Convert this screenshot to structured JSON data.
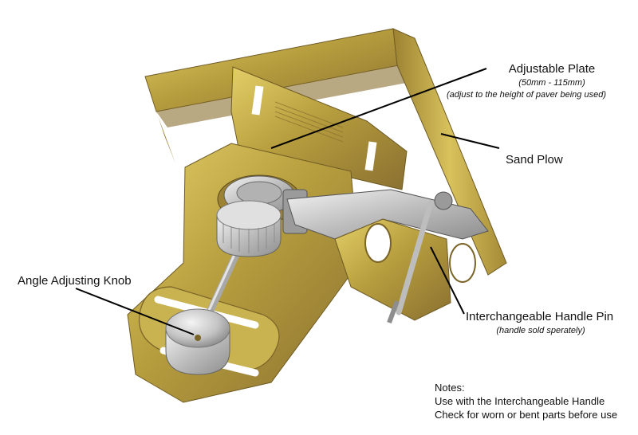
{
  "labels": {
    "adjustable_plate": {
      "title": "Adjustable Plate",
      "range": "(50mm - 115mm)",
      "note": "(adjust to the height of paver being used)"
    },
    "sand_plow": {
      "title": "Sand Plow"
    },
    "angle_knob": {
      "title": "Angle Adjusting Knob"
    },
    "handle_pin": {
      "title": "Interchangeable Handle Pin",
      "note": "(handle sold sperately)"
    }
  },
  "notes": {
    "heading": "Notes:",
    "lines": [
      "Use with the Interchangeable Handle",
      "Check for worn or bent parts before use"
    ]
  },
  "colors": {
    "metal_light": "#d4be54",
    "metal_mid": "#b49a3c",
    "metal_dark": "#7a6428",
    "steel": "#c8c8c8",
    "line": "#000000"
  }
}
